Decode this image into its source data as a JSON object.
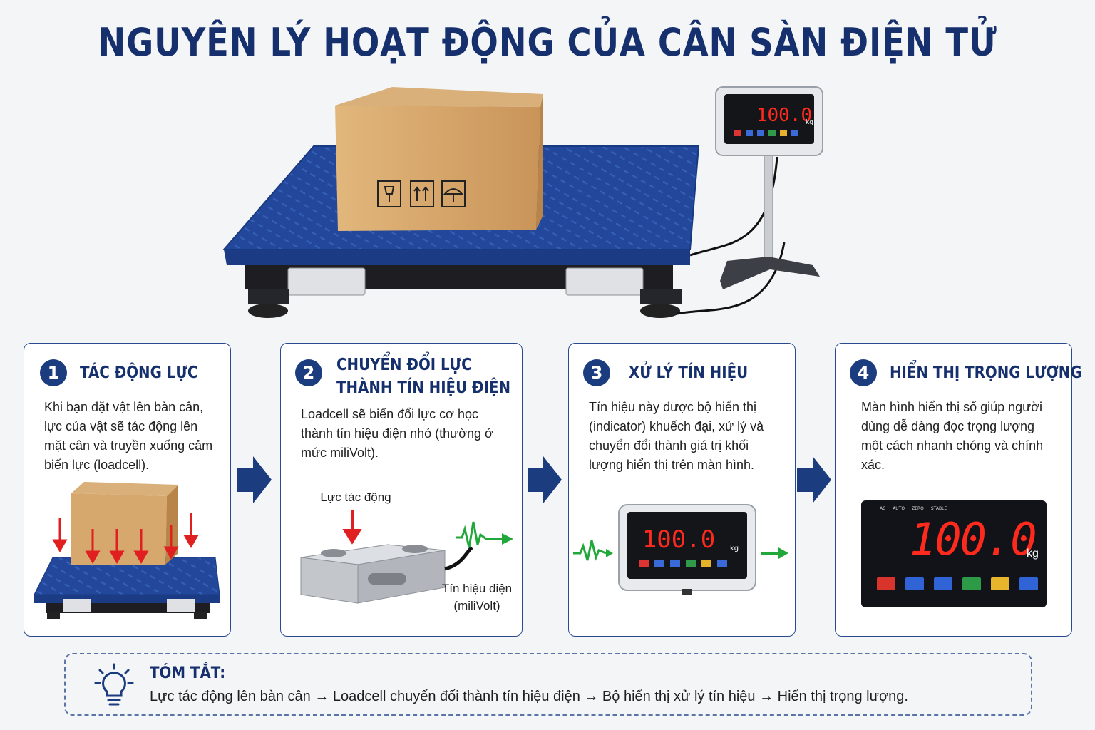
{
  "title": "NGUYÊN LÝ HOẠT ĐỘNG CỦA CÂN SÀN ĐIỆN TỬ",
  "display": {
    "value": "100.0",
    "unit": "kg",
    "indicators": [
      "AC",
      "AUTO",
      "ZERO",
      "STABLE"
    ]
  },
  "steps": [
    {
      "num": "1",
      "title": "TÁC ĐỘNG LỰC",
      "text": "Khi bạn đặt vật lên bàn cân, lực của vật sẽ tác động lên mặt cân và truyền xuống cảm biến lực (loadcell)."
    },
    {
      "num": "2",
      "title_line1": "CHUYỂN ĐỔI LỰC",
      "title_line2": "THÀNH TÍN HIỆU ĐIỆN",
      "text": "Loadcell sẽ biến đổi lực cơ học thành tín hiệu điện nhỏ (thường ở mức miliVolt).",
      "force_label": "Lực tác động",
      "signal_label_1": "Tín hiệu điện",
      "signal_label_2": "(miliVolt)"
    },
    {
      "num": "3",
      "title": "XỬ LÝ TÍN HIỆU",
      "text": "Tín hiệu này được bộ hiển thị (indicator) khuếch đại, xử lý và chuyển đổi thành giá trị khối lượng hiển thị trên màn hình."
    },
    {
      "num": "4",
      "title": "HIỂN THỊ TRỌNG LƯỢNG",
      "text": "Màn hình hiển thị số giúp người dùng dễ dàng đọc trọng lượng một cách nhanh chóng và chính xác."
    }
  ],
  "summary": {
    "title": "TÓM TẮT:",
    "text": "Lực tác động lên bàn cân → Loadcell chuyển đổi thành tín hiệu điện → Bộ hiển thị xử lý tín hiệu → Hiển thị trọng lượng."
  },
  "colors": {
    "navy": "#16306e",
    "accent": "#1c3c80",
    "red_led": "#ff2a1e",
    "green_signal": "#22a83a",
    "force_arrow": "#e02020"
  }
}
